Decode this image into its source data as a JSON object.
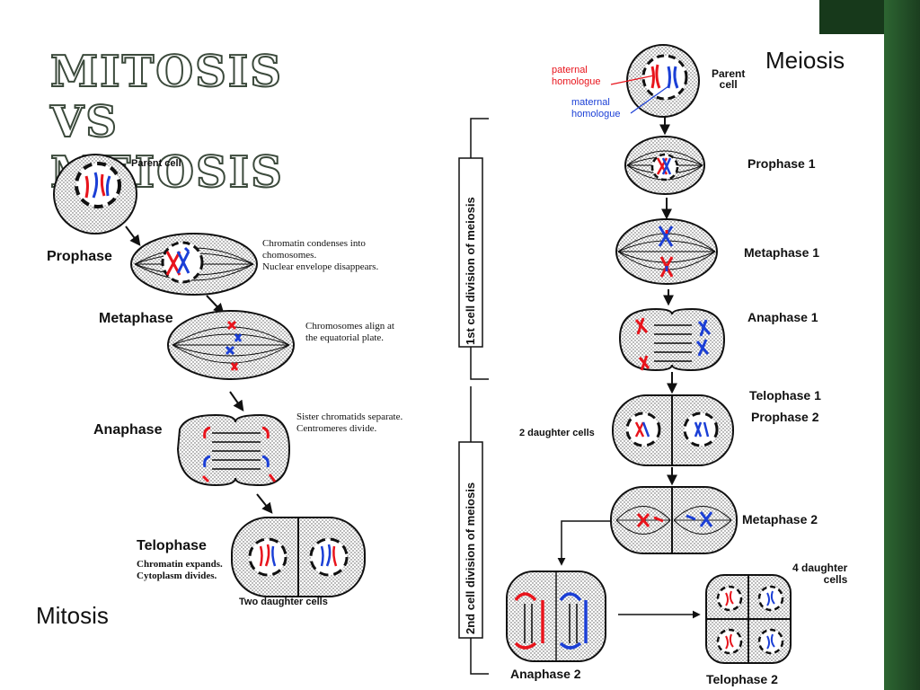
{
  "title": "Mitosis vs Meiosis",
  "mitosis": {
    "heading": "Mitosis",
    "parent_label": "Parent cell",
    "prophase": "Prophase",
    "prophase_note": "Chromatin condenses into\nchomosomes.\nNuclear envelope disappears.",
    "metaphase": "Metaphase",
    "metaphase_note": "Chromosomes align at\nthe equatorial plate.",
    "anaphase": "Anaphase",
    "anaphase_note": "Sister chromatids separate.\nCentromeres divide.",
    "telophase": "Telophase",
    "telophase_note": "Chromatin expands.\nCytoplasm divides.",
    "two_daughter": "Two daughter cells"
  },
  "meiosis": {
    "heading": "Meiosis",
    "paternal": "paternal\nhomologue",
    "maternal": "maternal\nhomologue",
    "parent": "Parent\ncell",
    "prophase1": "Prophase 1",
    "metaphase1": "Metaphase 1",
    "anaphase1": "Anaphase 1",
    "telophase1": "Telophase 1",
    "prophase2": "Prophase 2",
    "two_daughter": "2 daughter cells",
    "metaphase2": "Metaphase 2",
    "four_daughter": "4 daughter\ncells",
    "anaphase2": "Anaphase 2",
    "telophase2": "Telophase 2",
    "first_division": "1st cell division of meiosis",
    "second_division": "2nd cell division of meiosis"
  },
  "colors": {
    "paternal": "#e8141c",
    "maternal": "#1b3fd6",
    "accent_green": "#2f6a34"
  }
}
